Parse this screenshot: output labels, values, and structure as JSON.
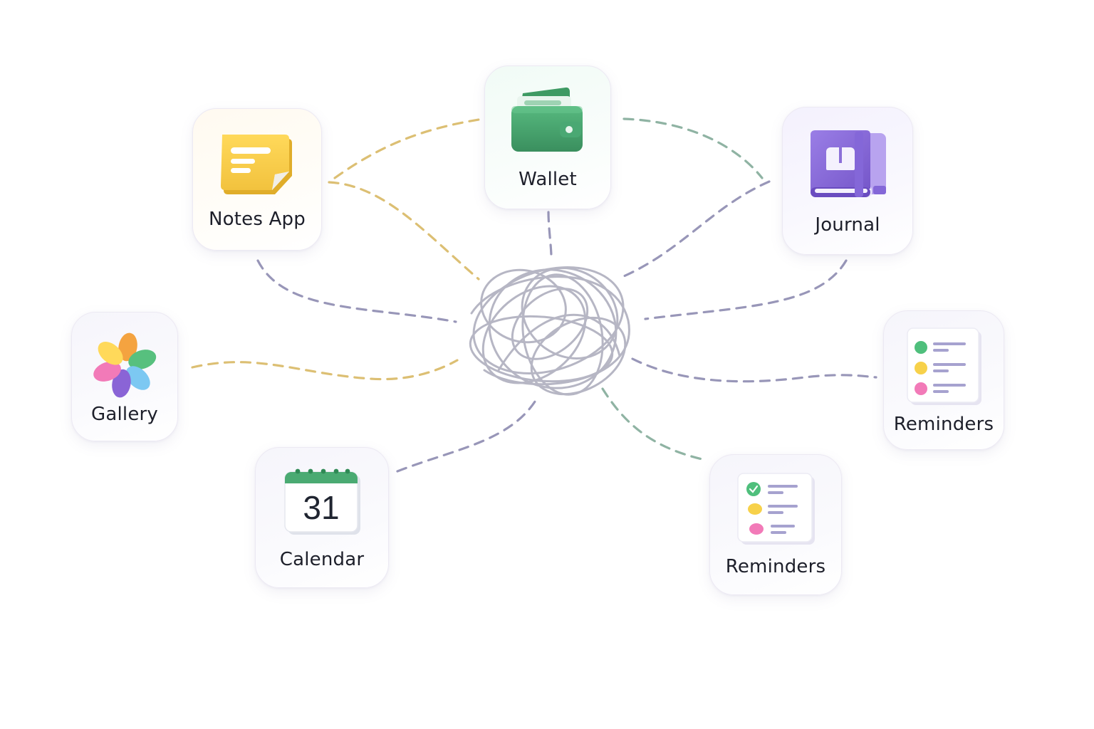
{
  "diagram": {
    "hub": {
      "icon": "tangled-scribble-icon"
    },
    "apps": [
      {
        "label": "Wallet",
        "icon": "wallet-icon",
        "accent": "#3f9b68"
      },
      {
        "label": "Notes App",
        "icon": "sticky-note-icon",
        "accent": "#f2c94c"
      },
      {
        "label": "Journal",
        "icon": "journal-book-icon",
        "accent": "#8b6fd8"
      },
      {
        "label": "Gallery",
        "icon": "photo-petals-icon",
        "accent": "#f4a340"
      },
      {
        "label": "Reminders",
        "icon": "checklist-icon",
        "accent": "#8a86c0"
      },
      {
        "label": "Calendar",
        "icon": "calendar-icon",
        "accent": "#49a872",
        "day": "31"
      },
      {
        "label": "Reminders",
        "icon": "checklist-icon",
        "accent": "#8a86c0"
      }
    ],
    "connector_colors": {
      "yellow": "#dcbf73",
      "green": "#8fb3a3",
      "purple": "#9896b8"
    }
  }
}
